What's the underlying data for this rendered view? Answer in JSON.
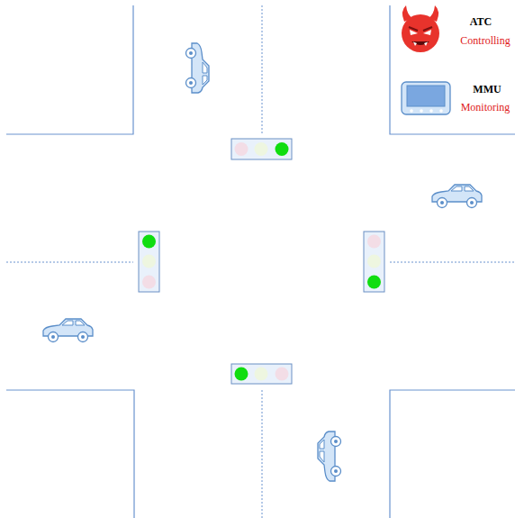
{
  "diagram": {
    "labels": [
      "ATC",
      "Controlling",
      "MMU",
      "Monitoring"
    ]
  }
}
